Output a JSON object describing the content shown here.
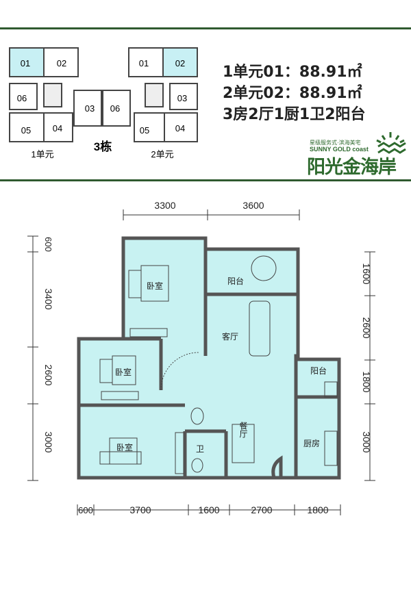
{
  "key_plan": {
    "building": "3栋",
    "unit1": "1单元",
    "unit2": "2单元",
    "unit1_apts": [
      "01",
      "02",
      "06",
      "03",
      "05",
      "04"
    ],
    "unit2_apts": [
      "01",
      "02",
      "06",
      "03",
      "05",
      "04"
    ]
  },
  "info": {
    "line1": "1单元01：88.91㎡",
    "line2": "2单元02：88.91㎡",
    "line3": "3房2厅1厨1卫2阳台"
  },
  "logo": {
    "tagline": "星级服务式·滨海美宅",
    "english": "SUNNY GOLD coast",
    "name": "阳光金海岸"
  },
  "rooms": {
    "bedroom1": "卧室",
    "bedroom2": "卧室",
    "bedroom3": "卧室",
    "balcony1": "阳台",
    "living": "客厅",
    "balcony2": "阳台",
    "dining": "餐厅",
    "bath": "卫",
    "kitchen": "厨房"
  },
  "dims": {
    "top": [
      "3300",
      "3600"
    ],
    "left": [
      "600",
      "3400",
      "2600",
      "3000"
    ],
    "right": [
      "1600",
      "2600",
      "1800",
      "3000"
    ],
    "bottom": [
      "600",
      "3700",
      "1600",
      "2700",
      "1800"
    ]
  },
  "colors": {
    "room": "#c8f2f2",
    "wall": "#555555",
    "rule": "#2f5a2f",
    "highlight": "#c8f0f4"
  }
}
